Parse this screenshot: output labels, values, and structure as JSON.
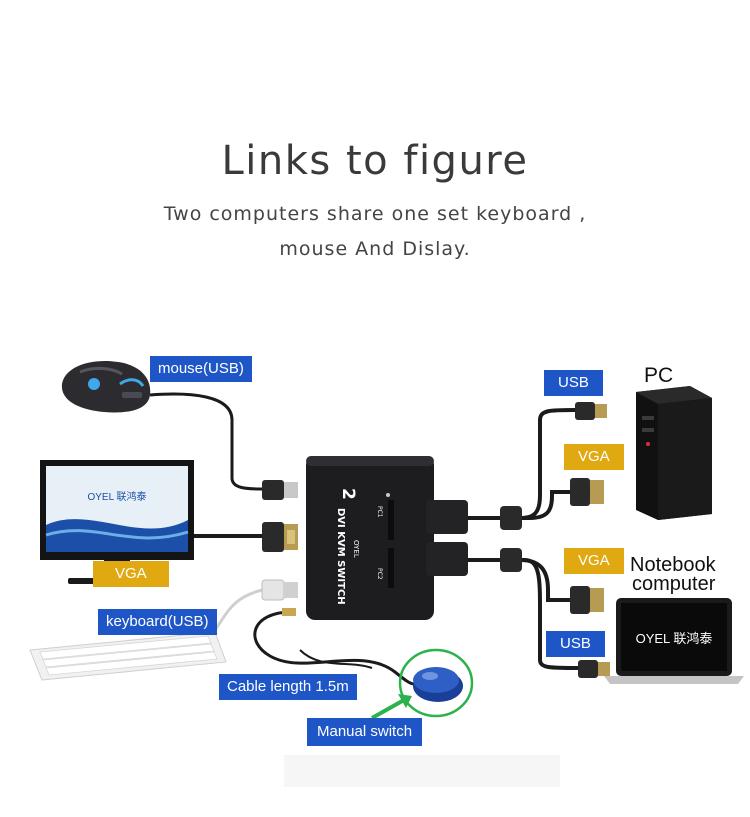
{
  "heading": {
    "title": "Links to figure",
    "subtitle_line1": "Two computers share one set keyboard ,",
    "subtitle_line2": "mouse And Dislay."
  },
  "labels": {
    "mouse": "mouse(USB)",
    "vga_monitor": "VGA",
    "keyboard": "keyboard(USB)",
    "cable_length": "Cable length 1.5m",
    "manual_switch": "Manual switch",
    "usb_pc": "USB",
    "vga_pc": "VGA",
    "pc": "PC",
    "vga_notebook": "VGA",
    "notebook_line1": "Notebook",
    "notebook_line2": "computer",
    "usb_notebook": "USB"
  },
  "device": {
    "number": "2",
    "line1": "DVI KVM SWITCH",
    "brand": "OYEL",
    "pc1": "PC1",
    "pc2": "PC2"
  },
  "screens": {
    "monitor_logo": "OYEL 联鸿泰",
    "laptop_logo": "OYEL 联鸿泰"
  },
  "colors": {
    "label_blue": "#1e56c8",
    "label_gold": "#e0a911",
    "arrow_green": "#2bb24c"
  }
}
